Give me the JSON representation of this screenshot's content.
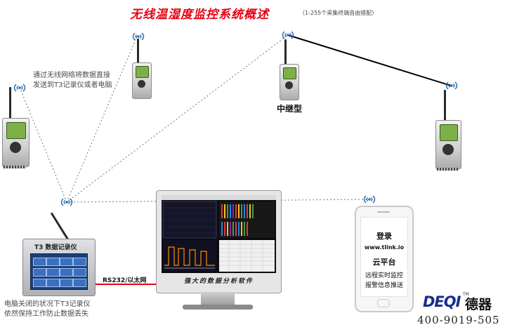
{
  "title": "无线温湿度监控系统概述",
  "subtitle": "（1-255个采集终端自由搭配）",
  "notes": {
    "wireless_line1": "通过无线网络将数据直接",
    "wireless_line2": "发送到T3记录仪或者电脑",
    "offline_line1": "电脑关闭的状况下T3记录仪",
    "offline_line2": "依然保持工作防止数据丢失"
  },
  "relay_label": "中继型",
  "logger": {
    "title": "T3  数据记录仪"
  },
  "link_label": "RS232/以太网",
  "software_label": "强大的数据分析软件",
  "phone": {
    "login": "登录",
    "url": "www.tlink.io",
    "platform": "云平台",
    "feature1": "远程实时监控",
    "feature2": "报警信息推送"
  },
  "brand": {
    "latin": "DEQI",
    "tm": "TM",
    "cn": "德器",
    "phone": "400-9019-505"
  },
  "colors": {
    "title": "#e60012",
    "brand_blue": "#1a2e8a",
    "link_line": "#e60012"
  },
  "icons": [
    "wifi-signal-icon",
    "sensor-device-icon",
    "data-logger-icon",
    "monitor-icon",
    "smartphone-icon"
  ]
}
